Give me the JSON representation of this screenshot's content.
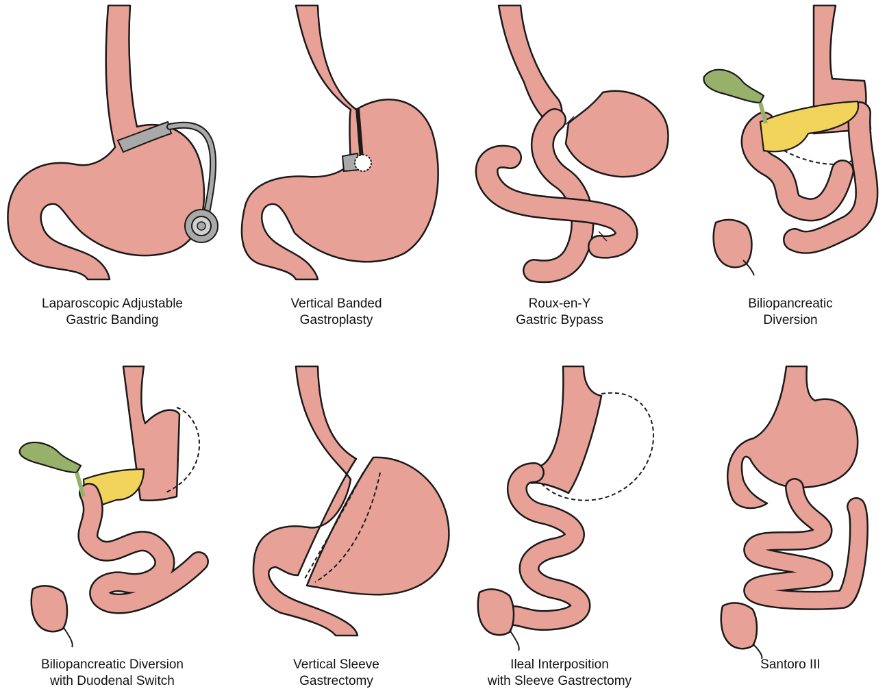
{
  "colors": {
    "tissue": "#e8a197",
    "outline": "#1a1a1a",
    "band": "#a9a9a9",
    "gallbladder": "#97b06a",
    "pancreas": "#f2d35c",
    "background": "#ffffff"
  },
  "procedures": [
    {
      "line1": "Laparoscopic Adjustable",
      "line2": "Gastric Banding"
    },
    {
      "line1": "Vertical Banded",
      "line2": "Gastroplasty"
    },
    {
      "line1": "Roux-en-Y",
      "line2": "Gastric Bypass"
    },
    {
      "line1": "Biliopancreatic",
      "line2": "Diversion"
    },
    {
      "line1": "Biliopancreatic Diversion",
      "line2": "with Duodenal Switch"
    },
    {
      "line1": "Vertical Sleeve",
      "line2": "Gastrectomy"
    },
    {
      "line1": "Ileal Interposition",
      "line2": "with Sleeve Gastrectomy"
    },
    {
      "line1": "Santoro III",
      "line2": ""
    }
  ]
}
